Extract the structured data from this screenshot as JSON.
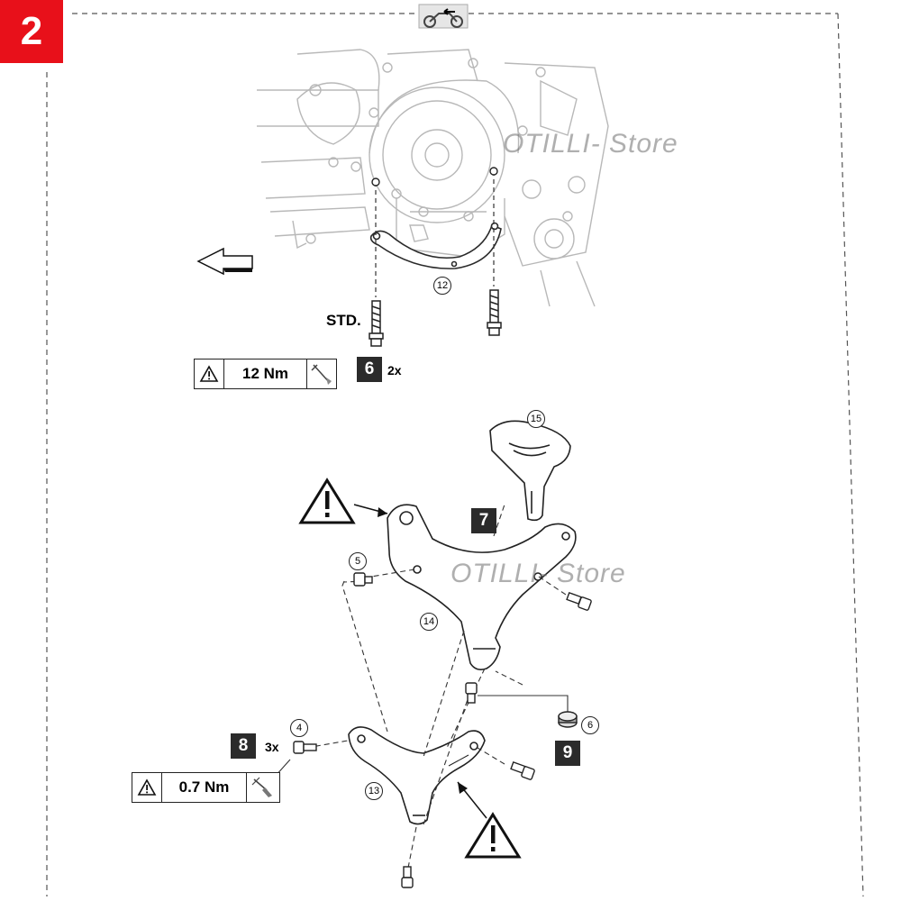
{
  "page": {
    "step_number": "2",
    "watermark": "OTILLI- Store"
  },
  "upper_assembly": {
    "bolt_label": "STD.",
    "torque_value": "12 Nm",
    "step_badge": "6",
    "quantity": "2x",
    "part_callout": "12"
  },
  "lower_assembly": {
    "callouts": [
      "15",
      "5",
      "14",
      "4",
      "13",
      "6"
    ],
    "step_badges": [
      "7",
      "8",
      "9"
    ],
    "quantity": "3x",
    "torque_value": "0.7 Nm"
  },
  "colors": {
    "page_badge": "#e8101a",
    "step_badge": "#2b2b2b",
    "line_art": "#2a2a2a",
    "engine_art": "#b8b8b8"
  }
}
